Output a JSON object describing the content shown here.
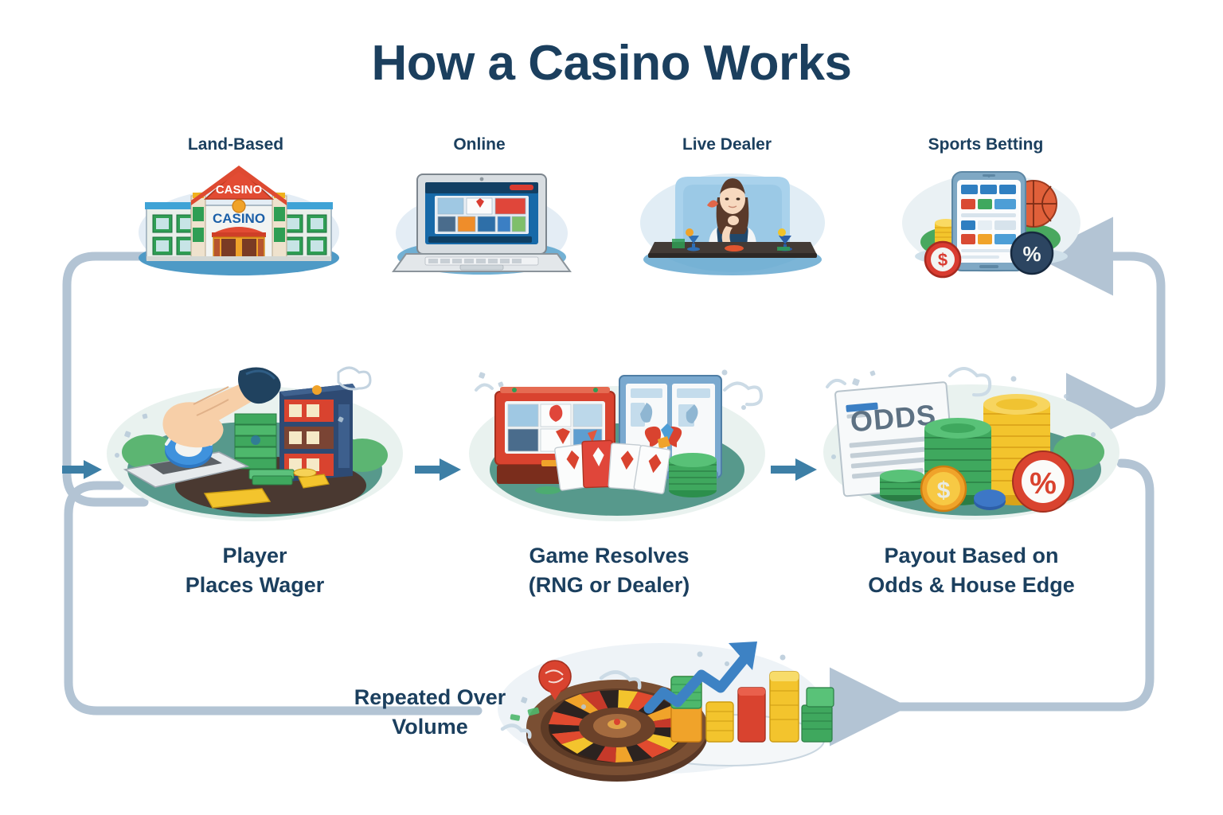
{
  "title": "How a Casino Works",
  "colors": {
    "title_navy": "#1b3f5e",
    "arrow_blue": "#3d7fa6",
    "connector_gray": "#b3c4d4",
    "blob_mint": "#e8f2ef",
    "blob_blue": "#e4edf5",
    "plate_teal": "#57998c",
    "chip_green": "#2f9e54",
    "coin_gold": "#f5c023",
    "accent_red": "#d93b30",
    "casino_blue": "#1b5fa8",
    "bg": "#ffffff"
  },
  "channels": [
    {
      "label": "Land-Based",
      "icon": "casino-building-icon"
    },
    {
      "label": "Online",
      "icon": "laptop-icon"
    },
    {
      "label": "Live Dealer",
      "icon": "live-dealer-icon"
    },
    {
      "label": "Sports Betting",
      "icon": "sports-betting-phone-icon"
    }
  ],
  "building": {
    "sign_text": "CASINO",
    "facade_text": "CASINO"
  },
  "stages": [
    {
      "line1": "Player",
      "line2": "Places Wager",
      "icon": "hand-placing-chip-icon"
    },
    {
      "line1": "Game Resolves",
      "line2": "(RNG or Dealer)",
      "icon": "slot-machine-cards-icon"
    },
    {
      "line1": "Payout Based on",
      "line2": "Odds & House Edge",
      "icon": "odds-payout-icon"
    }
  ],
  "payout": {
    "paper_text": "ODDS",
    "dollar_symbol": "$",
    "percent_symbol": "%"
  },
  "sports": {
    "dollar_symbol": "$",
    "percent_symbol": "%"
  },
  "loop": {
    "line1": "Repeated Over",
    "line2": "Volume",
    "icon": "roulette-growth-icon"
  },
  "arrows": [
    {
      "name": "arrow-into-stage-1",
      "direction": "right",
      "style": "solid-blue"
    },
    {
      "name": "arrow-stage-1-to-2",
      "direction": "right",
      "style": "solid-blue"
    },
    {
      "name": "arrow-stage-2-to-3",
      "direction": "right",
      "style": "solid-blue"
    },
    {
      "name": "connector-left-top-bracket",
      "direction": "up",
      "style": "gray-curve"
    },
    {
      "name": "connector-right-top-bracket",
      "direction": "left",
      "style": "gray-curve"
    },
    {
      "name": "connector-right-down-bracket",
      "direction": "down",
      "style": "gray-curve"
    },
    {
      "name": "connector-bottom-loop-arrow",
      "direction": "left",
      "style": "gray-curve"
    },
    {
      "name": "connector-left-bottom-bracket",
      "direction": "up",
      "style": "gray-curve"
    }
  ]
}
